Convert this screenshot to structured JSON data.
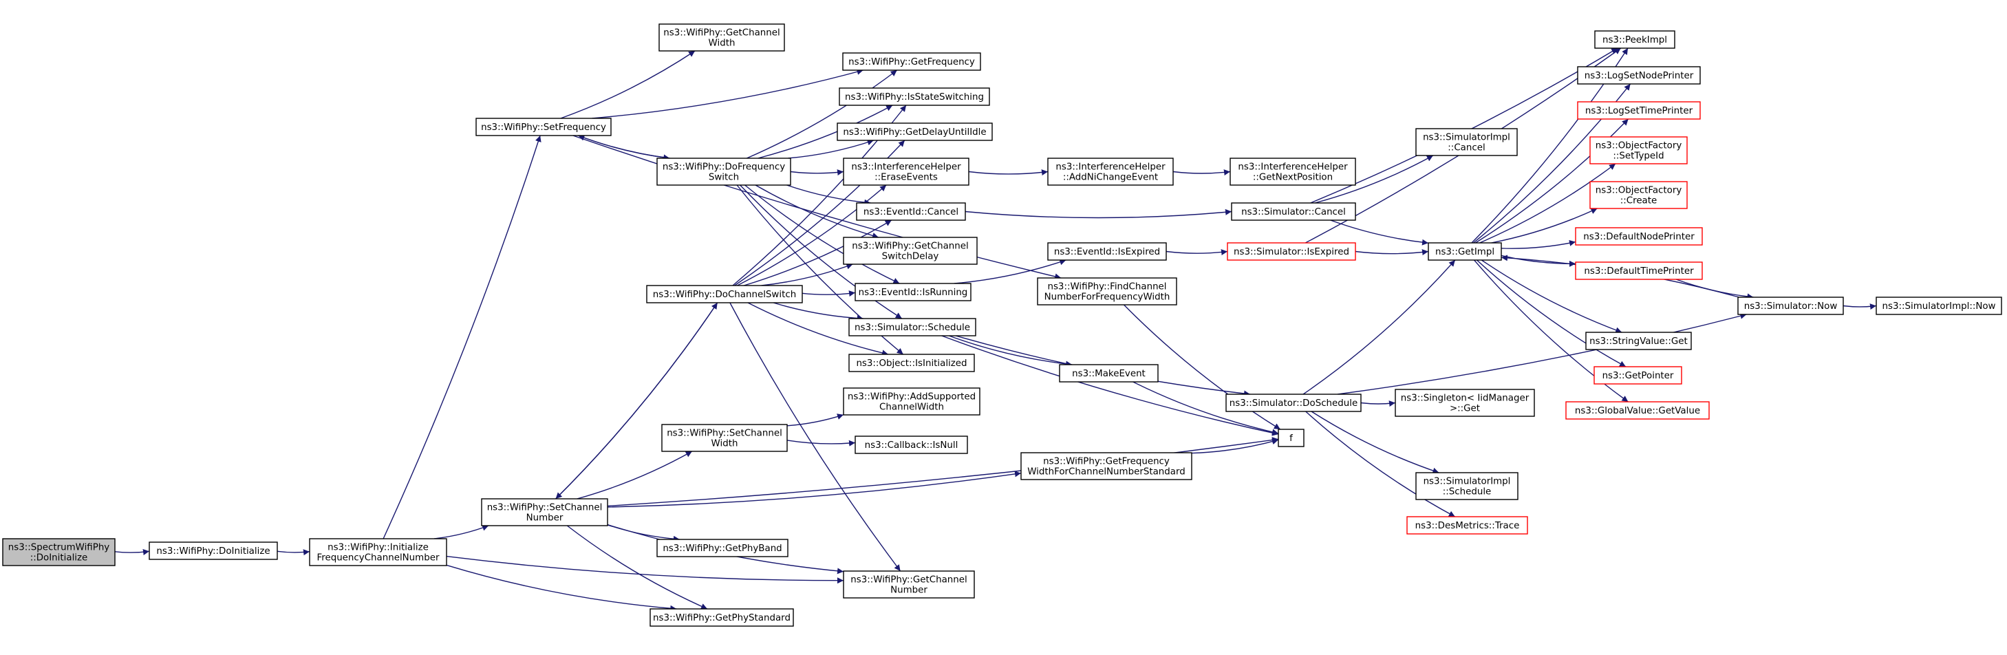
{
  "colors": {
    "edge": "#191970",
    "root_fill": "#bfbfbf",
    "node_border": "#000000",
    "truncated_border": "#ff0000",
    "node_fill": "#ffffff"
  },
  "graph": {
    "nodes": [
      {
        "id": "root",
        "lines": [
          "ns3::SpectrumWifiPhy",
          "::DoInitialize"
        ],
        "kind": "root"
      },
      {
        "id": "doinit",
        "lines": [
          "ns3::WifiPhy::DoInitialize"
        ],
        "kind": "normal"
      },
      {
        "id": "initfreq",
        "lines": [
          "ns3::WifiPhy::Initialize",
          "FrequencyChannelNumber"
        ],
        "kind": "normal"
      },
      {
        "id": "setfreq",
        "lines": [
          "ns3::WifiPhy::SetFrequency"
        ],
        "kind": "normal"
      },
      {
        "id": "setchnum",
        "lines": [
          "ns3::WifiPhy::SetChannel",
          "Number"
        ],
        "kind": "normal"
      },
      {
        "id": "getchwidth",
        "lines": [
          "ns3::WifiPhy::GetChannel",
          "Width"
        ],
        "kind": "normal"
      },
      {
        "id": "dofreqswitch",
        "lines": [
          "ns3::WifiPhy::DoFrequency",
          "Switch"
        ],
        "kind": "normal"
      },
      {
        "id": "dochswitch",
        "lines": [
          "ns3::WifiPhy::DoChannelSwitch"
        ],
        "kind": "normal"
      },
      {
        "id": "setchwidth",
        "lines": [
          "ns3::WifiPhy::SetChannel",
          "Width"
        ],
        "kind": "normal"
      },
      {
        "id": "getphyband",
        "lines": [
          "ns3::WifiPhy::GetPhyBand"
        ],
        "kind": "normal"
      },
      {
        "id": "getphystd",
        "lines": [
          "ns3::WifiPhy::GetPhyStandard"
        ],
        "kind": "normal"
      },
      {
        "id": "getfreq",
        "lines": [
          "ns3::WifiPhy::GetFrequency"
        ],
        "kind": "normal"
      },
      {
        "id": "isstatesw",
        "lines": [
          "ns3::WifiPhy::IsStateSwitching"
        ],
        "kind": "normal"
      },
      {
        "id": "getdelay",
        "lines": [
          "ns3::WifiPhy::GetDelayUntilIdle"
        ],
        "kind": "normal"
      },
      {
        "id": "erase",
        "lines": [
          "ns3::InterferenceHelper",
          "::EraseEvents"
        ],
        "kind": "normal"
      },
      {
        "id": "evcancel",
        "lines": [
          "ns3::EventId::Cancel"
        ],
        "kind": "normal"
      },
      {
        "id": "getchswdelay",
        "lines": [
          "ns3::WifiPhy::GetChannel",
          "SwitchDelay"
        ],
        "kind": "normal"
      },
      {
        "id": "isrunning",
        "lines": [
          "ns3::EventId::IsRunning"
        ],
        "kind": "normal"
      },
      {
        "id": "schedule",
        "lines": [
          "ns3::Simulator::Schedule"
        ],
        "kind": "normal"
      },
      {
        "id": "isinit",
        "lines": [
          "ns3::Object::IsInitialized"
        ],
        "kind": "normal"
      },
      {
        "id": "addsupp",
        "lines": [
          "ns3::WifiPhy::AddSupported",
          "ChannelWidth"
        ],
        "kind": "normal"
      },
      {
        "id": "isnull",
        "lines": [
          "ns3::Callback::IsNull"
        ],
        "kind": "normal"
      },
      {
        "id": "getchnum",
        "lines": [
          "ns3::WifiPhy::GetChannel",
          "Number"
        ],
        "kind": "normal"
      },
      {
        "id": "addni",
        "lines": [
          "ns3::InterferenceHelper",
          "::AddNiChangeEvent"
        ],
        "kind": "normal"
      },
      {
        "id": "isexpired",
        "lines": [
          "ns3::EventId::IsExpired"
        ],
        "kind": "normal"
      },
      {
        "id": "findch",
        "lines": [
          "ns3::WifiPhy::FindChannel",
          "NumberForFrequencyWidth"
        ],
        "kind": "normal"
      },
      {
        "id": "makeevent",
        "lines": [
          "ns3::MakeEvent"
        ],
        "kind": "normal"
      },
      {
        "id": "getfreqwidth",
        "lines": [
          "ns3::WifiPhy::GetFrequency",
          "WidthForChannelNumberStandard"
        ],
        "kind": "normal"
      },
      {
        "id": "getnextpos",
        "lines": [
          "ns3::InterferenceHelper",
          "::GetNextPosition"
        ],
        "kind": "normal"
      },
      {
        "id": "simcancel",
        "lines": [
          "ns3::Simulator::Cancel"
        ],
        "kind": "normal"
      },
      {
        "id": "simisexpired",
        "lines": [
          "ns3::Simulator::IsExpired"
        ],
        "kind": "truncated"
      },
      {
        "id": "doschedule",
        "lines": [
          "ns3::Simulator::DoSchedule"
        ],
        "kind": "normal"
      },
      {
        "id": "f",
        "lines": [
          "f"
        ],
        "kind": "normal"
      },
      {
        "id": "implcancel",
        "lines": [
          "ns3::SimulatorImpl",
          "::Cancel"
        ],
        "kind": "normal"
      },
      {
        "id": "getimpl",
        "lines": [
          "ns3::GetImpl"
        ],
        "kind": "normal"
      },
      {
        "id": "singleton",
        "lines": [
          "ns3::Singleton< IidManager",
          " >::Get"
        ],
        "kind": "normal"
      },
      {
        "id": "implschedule",
        "lines": [
          "ns3::SimulatorImpl",
          "::Schedule"
        ],
        "kind": "normal"
      },
      {
        "id": "desmetrics",
        "lines": [
          "ns3::DesMetrics::Trace"
        ],
        "kind": "truncated"
      },
      {
        "id": "peekimpl",
        "lines": [
          "ns3::PeekImpl"
        ],
        "kind": "normal"
      },
      {
        "id": "logsetnode",
        "lines": [
          "ns3::LogSetNodePrinter"
        ],
        "kind": "normal"
      },
      {
        "id": "logsettime",
        "lines": [
          "ns3::LogSetTimePrinter"
        ],
        "kind": "truncated"
      },
      {
        "id": "ofsettypeid",
        "lines": [
          "ns3::ObjectFactory",
          "::SetTypeId"
        ],
        "kind": "truncated"
      },
      {
        "id": "ofcreate",
        "lines": [
          "ns3::ObjectFactory",
          "::Create"
        ],
        "kind": "truncated"
      },
      {
        "id": "defnode",
        "lines": [
          "ns3::DefaultNodePrinter"
        ],
        "kind": "truncated"
      },
      {
        "id": "deftime",
        "lines": [
          "ns3::DefaultTimePrinter"
        ],
        "kind": "truncated"
      },
      {
        "id": "stringget",
        "lines": [
          "ns3::StringValue::Get"
        ],
        "kind": "normal"
      },
      {
        "id": "getpointer",
        "lines": [
          "ns3::GetPointer"
        ],
        "kind": "truncated"
      },
      {
        "id": "globalget",
        "lines": [
          "ns3::GlobalValue::GetValue"
        ],
        "kind": "truncated"
      },
      {
        "id": "simnow",
        "lines": [
          "ns3::Simulator::Now"
        ],
        "kind": "normal"
      },
      {
        "id": "implnow",
        "lines": [
          "ns3::SimulatorImpl::Now"
        ],
        "kind": "normal"
      }
    ]
  }
}
